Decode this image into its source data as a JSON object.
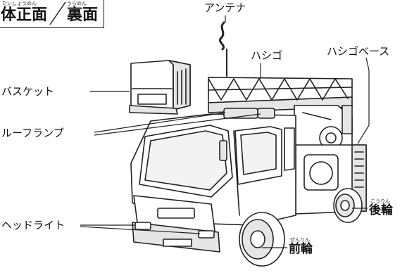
{
  "title": {
    "left_ruby": "たいしょうめん",
    "left": "体正面",
    "right_ruby": "うらめん",
    "right": "裏面"
  },
  "labels": {
    "antenna": "アンテナ",
    "ladder": "ハシゴ",
    "ladder_base": "ハシゴベース",
    "basket": "バスケット",
    "roof_lamp": "ルーフランプ",
    "headlight": "ヘッドライト",
    "rear_wheel_ruby": "こうりん",
    "rear_wheel": "後輪",
    "front_wheel_ruby": "ぜんりん",
    "front_wheel": "前輪"
  },
  "colors": {
    "line": "#222222",
    "fill": "#ffffff",
    "shade": "#e6e6e6"
  }
}
